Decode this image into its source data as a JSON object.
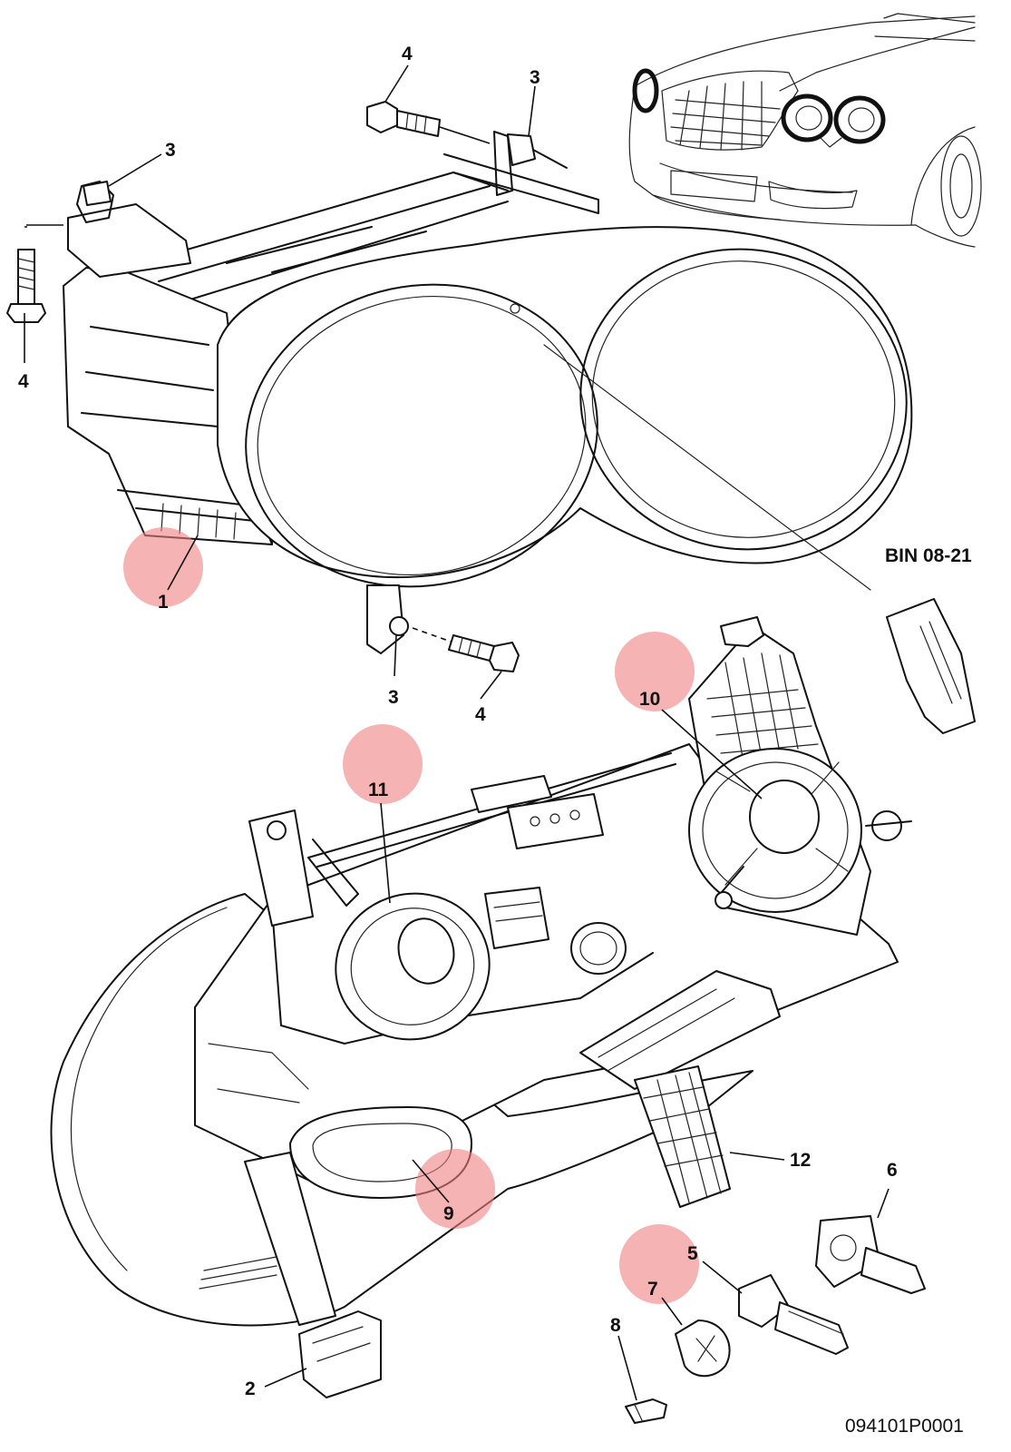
{
  "diagram": {
    "bin_reference": "BIN 08-21",
    "drawing_code": "094101P0001",
    "callouts": [
      {
        "id": "c1",
        "label": "1",
        "highlighted": true
      },
      {
        "id": "c2",
        "label": "2",
        "highlighted": false
      },
      {
        "id": "c3a",
        "label": "3",
        "highlighted": false
      },
      {
        "id": "c3b",
        "label": "3",
        "highlighted": false
      },
      {
        "id": "c3c",
        "label": "3",
        "highlighted": false
      },
      {
        "id": "c4a",
        "label": "4",
        "highlighted": false
      },
      {
        "id": "c4b",
        "label": "4",
        "highlighted": false
      },
      {
        "id": "c4c",
        "label": "4",
        "highlighted": false
      },
      {
        "id": "c5",
        "label": "5",
        "highlighted": true
      },
      {
        "id": "c6",
        "label": "6",
        "highlighted": false
      },
      {
        "id": "c7",
        "label": "7",
        "highlighted": true
      },
      {
        "id": "c8",
        "label": "8",
        "highlighted": false
      },
      {
        "id": "c9",
        "label": "9",
        "highlighted": true
      },
      {
        "id": "c10",
        "label": "10",
        "highlighted": true
      },
      {
        "id": "c11",
        "label": "11",
        "highlighted": true
      },
      {
        "id": "c12",
        "label": "12",
        "highlighted": false
      }
    ],
    "colors": {
      "highlight": "#f08080",
      "line": "#111111",
      "background": "#ffffff"
    }
  }
}
